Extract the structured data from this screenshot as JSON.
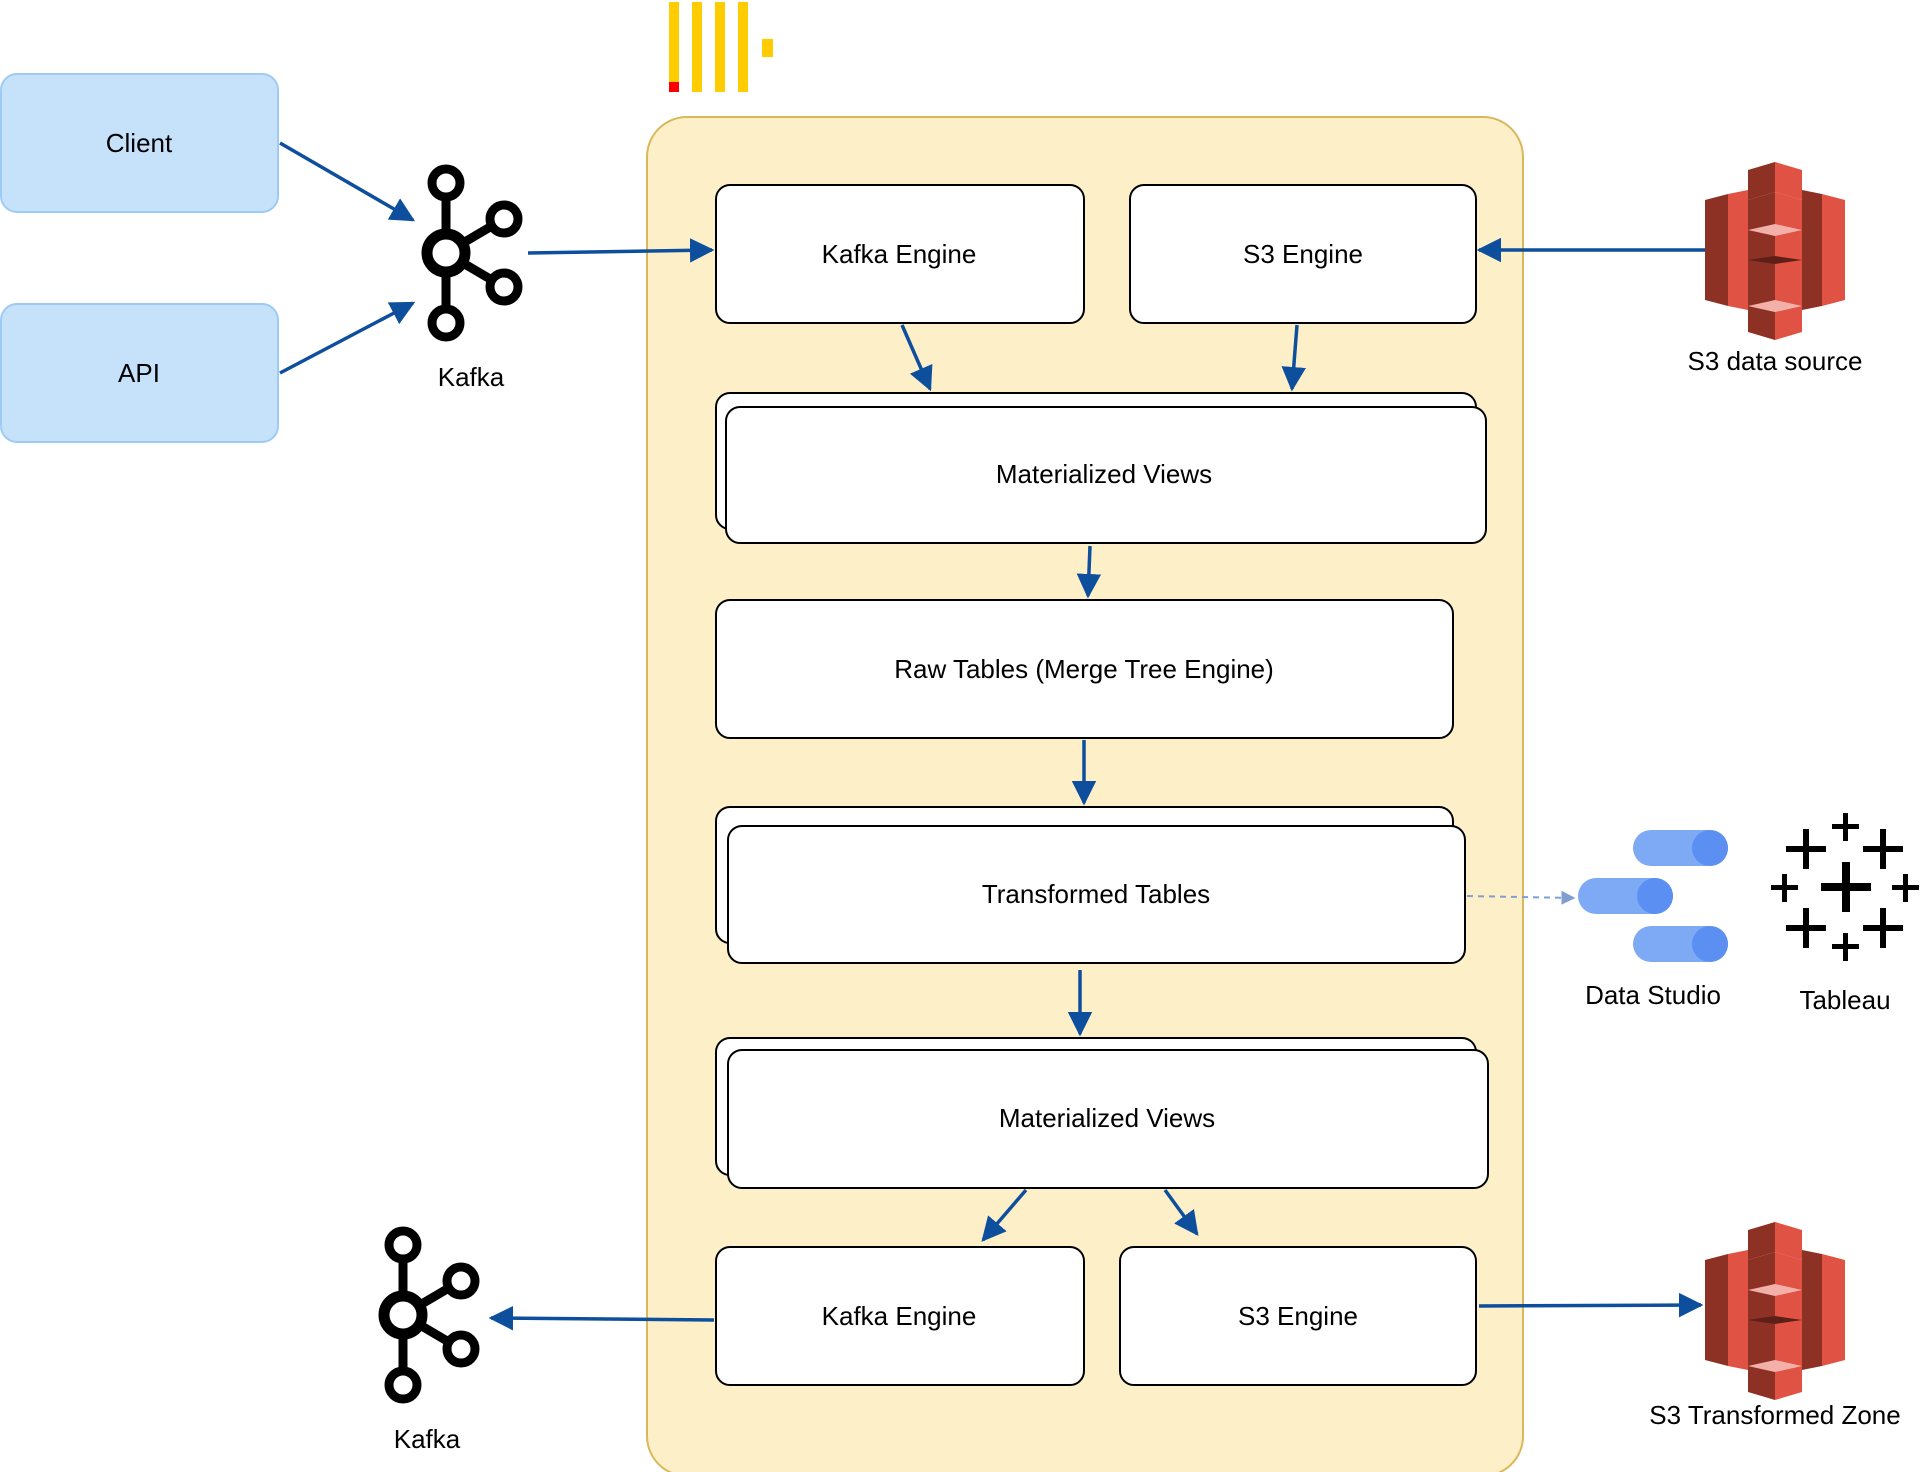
{
  "sources": {
    "client": "Client",
    "api": "API",
    "kafka_in": "Kafka",
    "s3_source": "S3 data source"
  },
  "clickhouse": {
    "kafka_engine_in": "Kafka Engine",
    "s3_engine_in": "S3 Engine",
    "mv_1": "Materialized Views",
    "raw_tables": "Raw Tables (Merge Tree Engine)",
    "transformed_tables": "Transformed Tables",
    "mv_2": "Materialized Views",
    "kafka_engine_out": "Kafka Engine",
    "s3_engine_out": "S3 Engine"
  },
  "outputs": {
    "kafka_out": "Kafka",
    "s3_transformed": "S3 Transformed Zone",
    "data_studio": "Data Studio",
    "tableau": "Tableau"
  },
  "colors": {
    "client_fill": "#c6e2fb",
    "client_stroke": "#9ecbf3",
    "container_fill": "#fdf0c9",
    "container_stroke": "#d9b85c",
    "arrow": "#0d4f9c",
    "s3_red": "#e05243",
    "s3_dark": "#8c3123",
    "ds_blue": "#5b8ff2",
    "ds_blue_light": "#7eaaf5",
    "clickhouse_yellow": "#ffcc00",
    "clickhouse_red": "#ff0000"
  },
  "icons": {
    "kafka_in": "kafka-logo-icon",
    "kafka_out": "kafka-logo-icon",
    "s3_source": "aws-s3-bucket-icon",
    "s3_transformed": "aws-s3-bucket-icon",
    "data_studio": "data-studio-logo-icon",
    "tableau": "tableau-logo-icon",
    "clickhouse": "clickhouse-logo-icon"
  }
}
